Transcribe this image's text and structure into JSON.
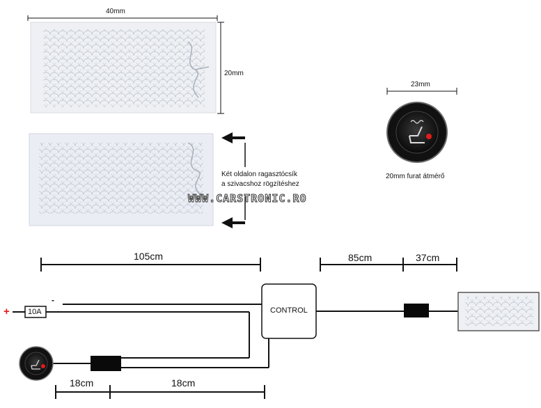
{
  "dimensions": {
    "pad_width": "40mm",
    "pad_height": "20mm",
    "switch_width": "23mm",
    "cable_main": "105cm",
    "cable_out_a": "85cm",
    "cable_out_b": "37cm",
    "switch_cable_a": "18cm",
    "switch_cable_b": "18cm"
  },
  "notes": {
    "adhesive_line1": "Két oldalon ragasztócsík",
    "adhesive_line2": "a szivacshoz rögzítéshez",
    "hole_diameter": "20mm furat átmérő"
  },
  "watermark": "WWW.CARSTRONIC.RO",
  "wiring": {
    "fuse": "10A",
    "plus": "+",
    "minus": "-",
    "control": "CONTROL"
  }
}
